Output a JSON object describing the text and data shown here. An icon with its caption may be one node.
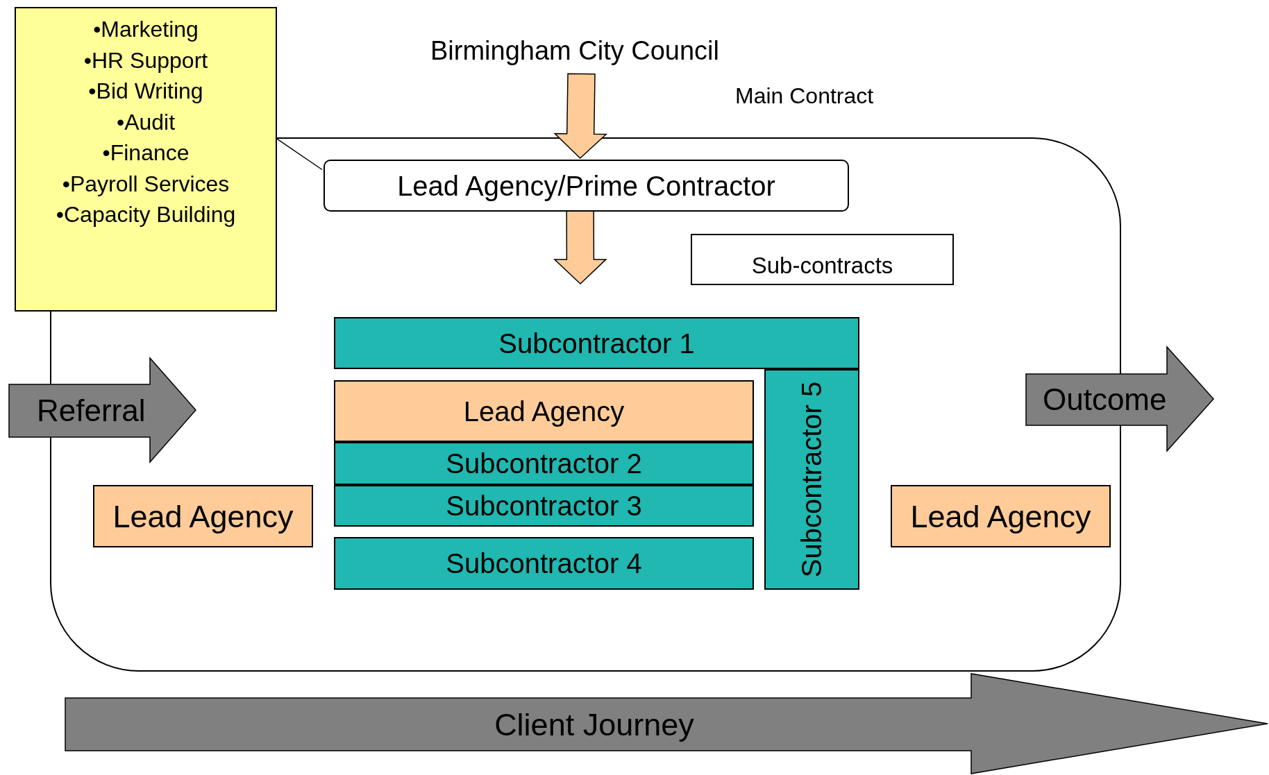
{
  "diagram": {
    "nodes": [
      {
        "text": [
          "•Marketing",
          "•HR Support",
          "•Bid Writing",
          "•Audit",
          "•Finance",
          "•Payroll Services",
          "•Capacity Building"
        ]
      },
      {
        "text": [
          "Birmingham City Council"
        ]
      },
      {
        "text": [],
        "shape": "box"
      },
      {
        "text": [
          "Lead Agency/Prime Contractor"
        ],
        "in": 2
      },
      {
        "text": [
          "Sub-contracts"
        ],
        "in": 2
      },
      {
        "text": [
          "Referral"
        ]
      },
      {
        "text": [
          "Subcontractor 1"
        ],
        "in": 2
      },
      {
        "text": [
          "Lead Agency"
        ],
        "in": 2
      },
      {
        "text": [
          "Subcontractor 2"
        ],
        "in": 2
      },
      {
        "text": [
          "Subcontractor 3"
        ],
        "in": 2
      },
      {
        "text": [
          "Subcontractor 4"
        ],
        "in": 2
      },
      {
        "text": [
          "Subcontractor 5"
        ],
        "in": 2
      },
      {
        "text": [
          "Lead Agency"
        ],
        "in": 2
      },
      {
        "text": [
          "Outcome"
        ]
      },
      {
        "text": [
          "Lead Agency"
        ],
        "in": 2
      },
      {
        "text": [
          "Client Journey"
        ]
      }
    ],
    "edges": [
      {
        "from": 0,
        "to": 3,
        "arrow": "none"
      },
      {
        "from": 1,
        "to": 3,
        "arrow": "to",
        "style": "thick",
        "color": "#ffcc99"
      },
      {
        "from": 3,
        "to": null,
        "arrow": "to",
        "style": "thick",
        "color": "#ffcc99"
      }
    ],
    "labels": [
      "Main Contract"
    ]
  }
}
